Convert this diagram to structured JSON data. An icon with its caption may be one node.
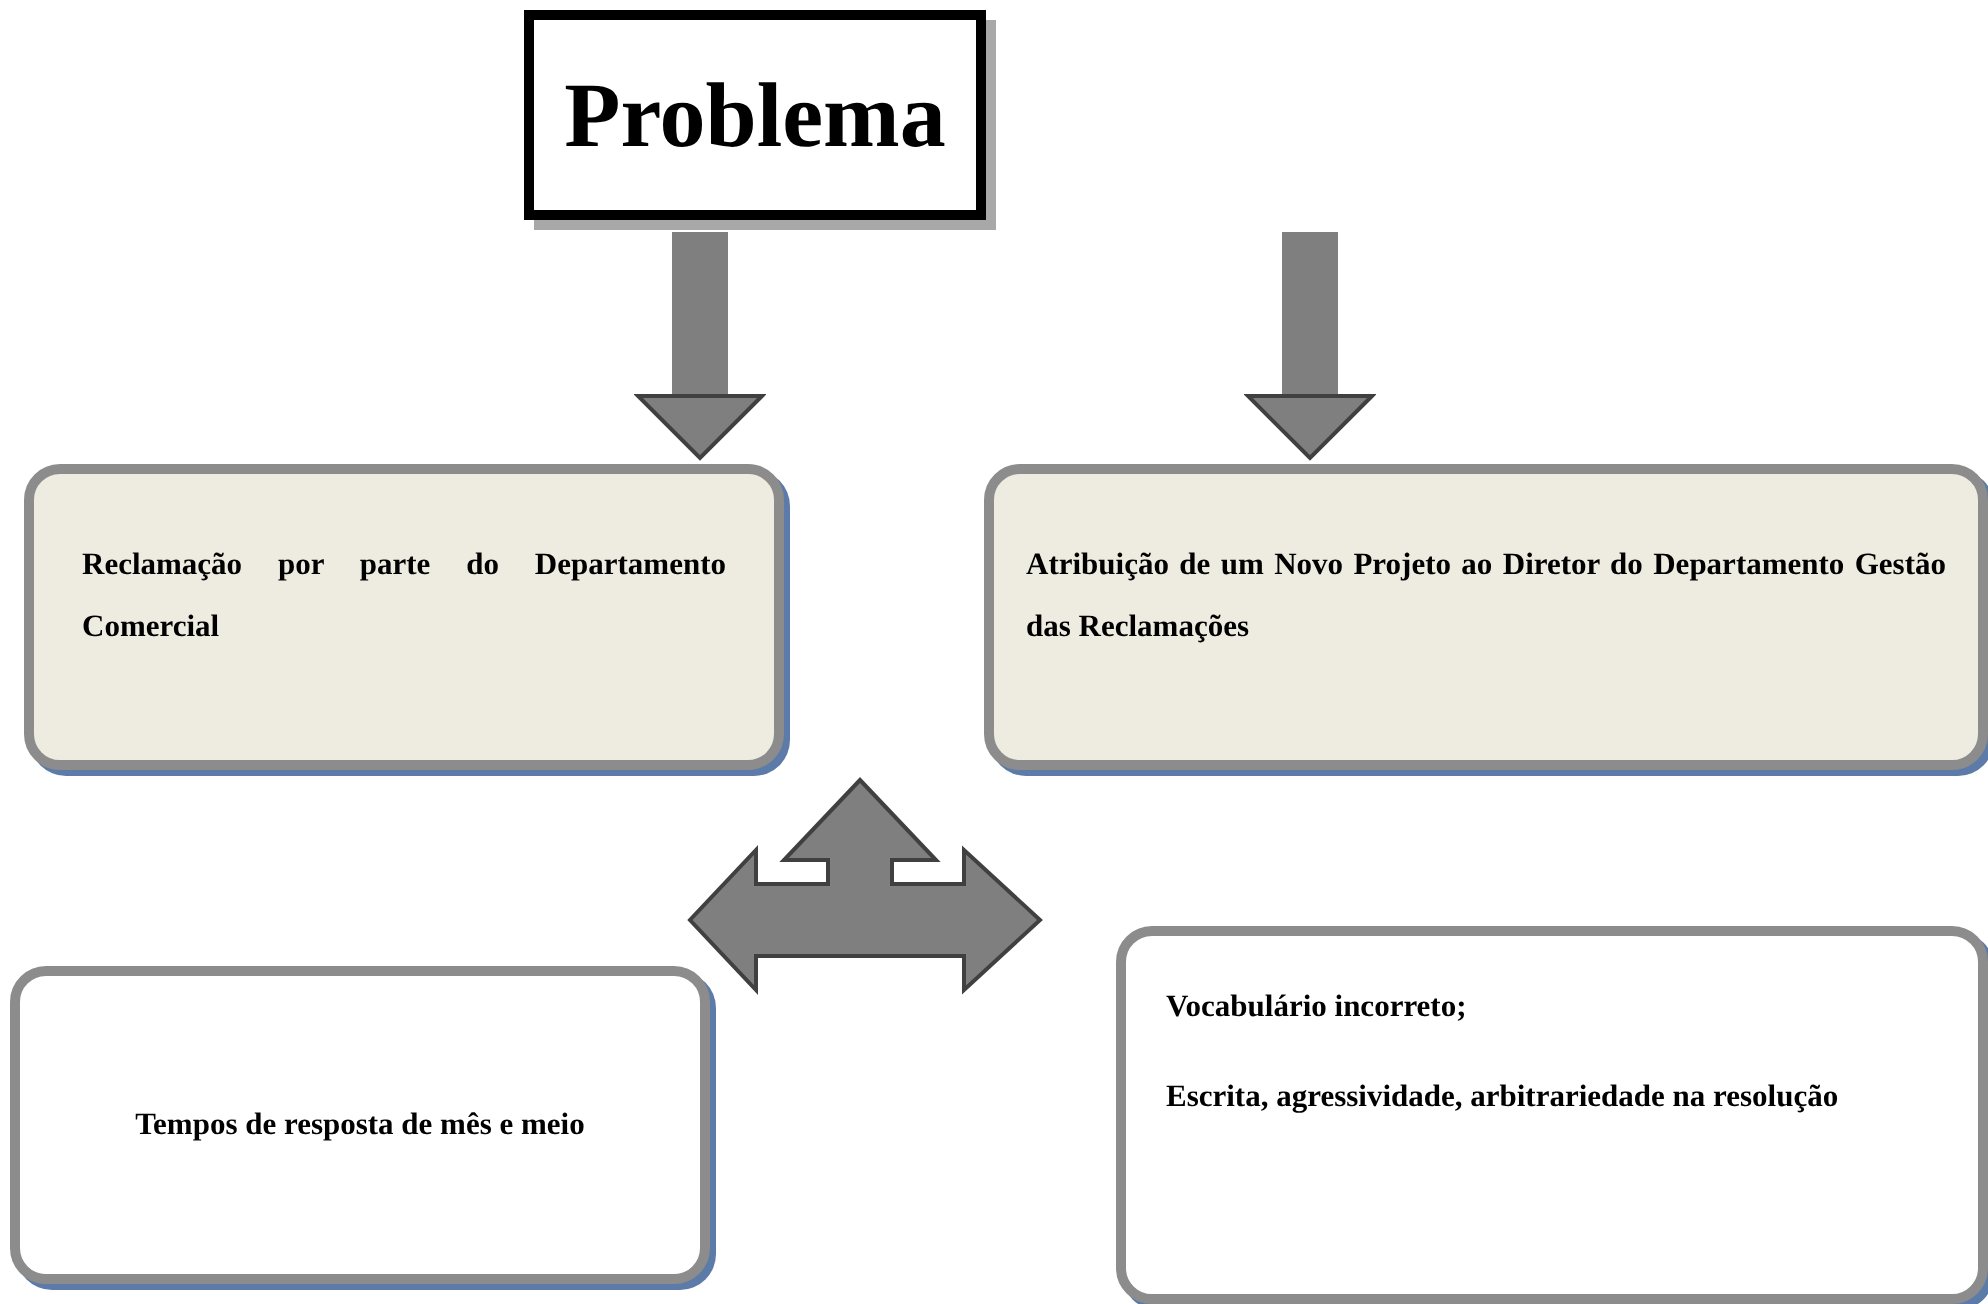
{
  "diagram": {
    "nodes": [
      {
        "text": [
          "Problema"
        ]
      },
      {
        "text": [
          "Reclamação por parte do Departamento Comercial"
        ]
      },
      {
        "text": [
          "Atribuição de um Novo Projeto ao Diretor do Departamento Gestão das Reclamações"
        ]
      },
      {
        "text": [
          "Tempos de resposta de mês e meio"
        ]
      },
      {
        "text": [
          "Vocabulário incorreto;",
          "Escrita, agressividade, arbitrariedade na resolução"
        ]
      }
    ],
    "edges": [
      {
        "from": 0,
        "to": 1,
        "arrow": "to"
      },
      {
        "from": null,
        "to": 2,
        "arrow": "to"
      }
    ]
  }
}
